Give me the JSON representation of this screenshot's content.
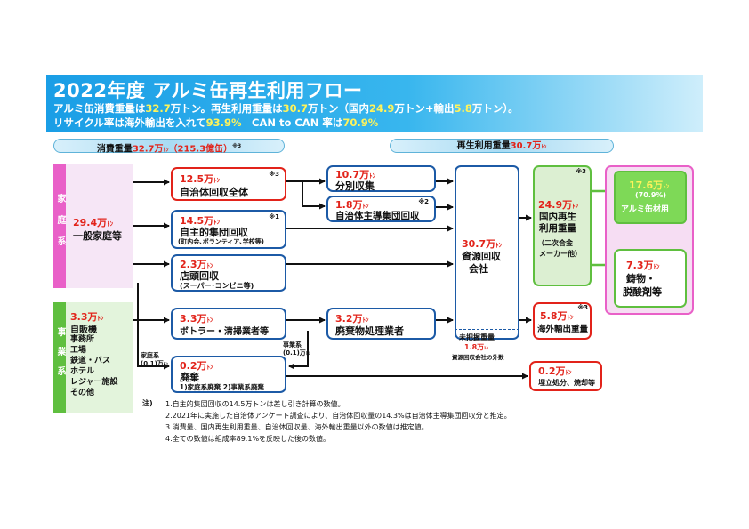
{
  "header": {
    "title": "2022年度 アルミ缶再生利用フロー",
    "line1": {
      "p1": "アルミ缶消費重量は",
      "v1": "32.7",
      "p2": "万トン。再生利用重量は",
      "v2": "30.7",
      "p3": "万トン（国内",
      "v3": "24.9",
      "p4": "万トン+輸出",
      "v4": "5.8",
      "p5": "万トン）。"
    },
    "line2": {
      "p1": "リサイクル率は海外輸出を入れて",
      "v1": "93.9%",
      "p2": "　CAN to CAN 率は",
      "v2": "70.9%"
    }
  },
  "pills": {
    "consumption": {
      "label": "消費重量",
      "value": "32.7万",
      "unit": "ﾄﾝ",
      "extra": "（215.3億缶）",
      "mark": "※3"
    },
    "recycled": {
      "label": "再生利用重量",
      "value": "30.7万",
      "unit": "ﾄﾝ"
    }
  },
  "sources": {
    "household": {
      "side_label": "家庭系",
      "value": "29.4万",
      "unit": "ﾄﾝ",
      "name": "一般家庭等"
    },
    "business": {
      "side_label": "事業系",
      "value": "3.3万",
      "unit": "ﾄﾝ",
      "name": "自販機",
      "items": [
        "事務所",
        "工場",
        "鉄道・バス",
        "ホテル",
        "レジャー施設",
        "その他"
      ]
    }
  },
  "nodes": {
    "municipal": {
      "value": "12.5万",
      "unit": "ﾄﾝ",
      "name": "自治体回収全体",
      "mark": "※3"
    },
    "voluntary": {
      "value": "14.5万",
      "unit": "ﾄﾝ",
      "name": "自主的集団回収",
      "sub": "(町内会､ボランティア､学校等)",
      "mark": "※1"
    },
    "store": {
      "value": "2.3万",
      "unit": "ﾄﾝ",
      "name": "店頭回収",
      "sub": "(スーパー･コンビニ等)"
    },
    "bottler": {
      "value": "3.3万",
      "unit": "ﾄﾝ",
      "name": "ボトラー・清掃業者等"
    },
    "waste": {
      "value": "0.2万",
      "unit": "ﾄﾝ",
      "name": "廃棄",
      "sub": "1)家庭系廃棄 2)事業系廃棄"
    },
    "sorted": {
      "value": "10.7万",
      "unit": "ﾄﾝ",
      "name": "分別収集"
    },
    "municipal_group": {
      "value": "1.8万",
      "unit": "ﾄﾝ",
      "name": "自治体主導集団回収",
      "mark": "※2"
    },
    "waste_processor": {
      "value": "3.2万",
      "unit": "ﾄﾝ",
      "name": "廃棄物処理業者"
    },
    "resource_company": {
      "value": "30.7万",
      "unit": "ﾄﾝ",
      "name_l1": "資源回収",
      "name_l2": "会社",
      "unrec_label": "未把握重量",
      "unrec_value": "1.8万",
      "unrec_unit": "ﾄﾝ",
      "unrec_note": "資源回収会社の外数"
    },
    "domestic": {
      "value": "24.9万",
      "unit": "ﾄﾝ",
      "name_l1": "国内再生",
      "name_l2": "利用重量",
      "sub_l1": "（二次合金",
      "sub_l2": "メーカー他）",
      "mark": "※3"
    },
    "export": {
      "value": "5.8万",
      "unit": "ﾄﾝ",
      "name": "海外輸出重量",
      "mark": "※3"
    },
    "landfill": {
      "value": "0.2万",
      "unit": "ﾄﾝ",
      "name": "埋立処分、焼却等"
    },
    "can_material": {
      "value": "17.6万",
      "unit": "ﾄﾝ",
      "pct": "(70.9%)",
      "name": "アルミ缶材用"
    },
    "casting": {
      "value": "7.3万",
      "unit": "ﾄﾝ",
      "name_l1": "鋳物・",
      "name_l2": "脱酸剤等"
    }
  },
  "edge_labels": {
    "household_waste_l1": "家庭系",
    "household_waste_l2": "(0.1)万",
    "household_waste_unit": "ﾄﾝ",
    "business_waste_l1": "事業系",
    "business_waste_l2": "(0.1)万",
    "business_waste_unit": "ﾄﾝ"
  },
  "notes": {
    "label": "注)",
    "items": [
      "1.自主的集団回収の14.5万トンは差し引き計算の数値。",
      "2.2021年に実施した自治体アンケート調査により、自治体回収量の14.3%は自治体主導集団回収分と推定。",
      "3.消費量、国内再生利用重量、自治体回収量、海外輸出重量以外の数値は推定値。",
      "4.全ての数値は組成率89.1%を反映した後の数値。"
    ]
  },
  "colors": {
    "blue_border": "#1c5aa6",
    "red": "#e2231a",
    "pink": "#e960c8",
    "green": "#5fbf3f",
    "navy": "#0a2a6b"
  }
}
